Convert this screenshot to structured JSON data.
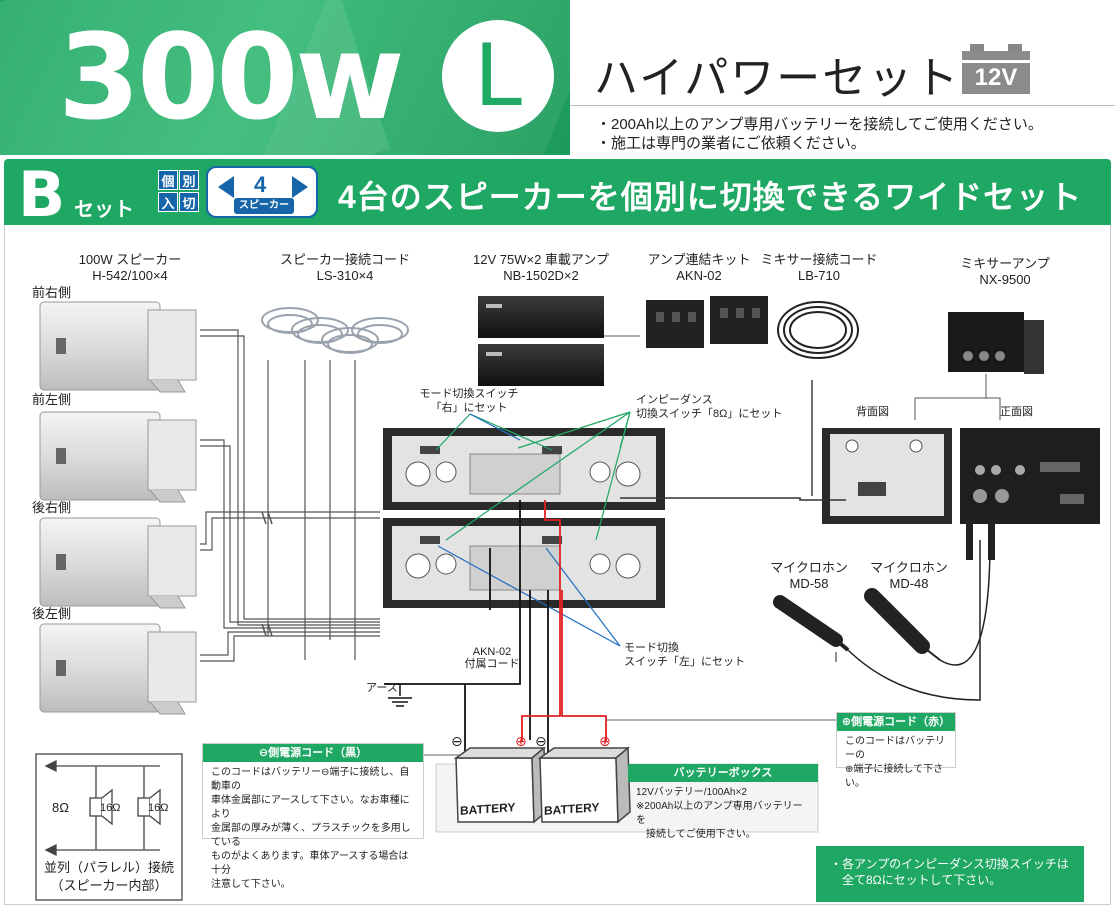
{
  "header": {
    "watt": "300w",
    "size_letter": "L",
    "title": "ハイパワーセット",
    "voltage_badge": "12V",
    "notes": [
      "・200Ah以上のアンプ専用バッテリーを接続してご使用ください。",
      "・施工は専門の業者にご依頼ください。"
    ]
  },
  "set_bar": {
    "letter": "B",
    "set_word": "セット",
    "badge_chars": [
      "個",
      "別",
      "入",
      "切"
    ],
    "speaker_badge_num": "4",
    "speaker_badge_label": "スピーカー",
    "title": "4台のスピーカーを個別に切換できるワイドセット"
  },
  "components": {
    "speaker": {
      "name": "100W スピーカー",
      "model": "H-542/100×4"
    },
    "cord": {
      "name": "スピーカー接続コード",
      "model": "LS-310×4"
    },
    "amp": {
      "name": "12V 75W×2 車載アンプ",
      "model": "NB-1502D×2"
    },
    "link_kit": {
      "name": "アンプ連結キット",
      "model": "AKN-02"
    },
    "mixer_cord": {
      "name": "ミキサー接続コード",
      "model": "LB-710"
    },
    "mixer_amp": {
      "name": "ミキサーアンプ",
      "model": "NX-9500"
    },
    "mic1": {
      "name": "マイクロホン",
      "model": "MD-58"
    },
    "mic2": {
      "name": "マイクロホン",
      "model": "MD-48"
    }
  },
  "positions": [
    "前右側",
    "前左側",
    "後右側",
    "後左側"
  ],
  "labels": {
    "rear_view": "背面図",
    "front_view": "正面図",
    "mode_right_1": "モード切換スイッチ",
    "mode_right_2": "「右」にセット",
    "impedance_1": "インピーダンス",
    "impedance_2": "切換スイッチ「8Ω」にセット",
    "mode_left_1": "モード切換",
    "mode_left_2": "スイッチ「左」にセット",
    "akn_1": "AKN-02",
    "akn_2": "付属コード",
    "earth": "アース",
    "minus_sign": "⊖",
    "plus_sign": "⊕",
    "battery_word": "BATTERY"
  },
  "neg_cord_box": {
    "title": "⊖側電源コード（黒）",
    "body": "このコードはバッテリー⊖端子に接続し、自動車の\n車体金属部にアースして下さい。なお車種により\n金属部の厚みが薄く、プラスチックを多用している\nものがよくあります。車体アースする場合は十分\n注意して下さい。"
  },
  "pos_cord_box": {
    "title": "⊕側電源コード（赤）",
    "body": "このコードはバッテリーの\n⊕端子に接続して下さい。"
  },
  "battery_box": {
    "title": "バッテリーボックス",
    "body": "12Vバッテリー/100Ah×2\n※200Ah以上のアンプ専用バッテリーを\n　接続してご使用下さい。"
  },
  "parallel": {
    "ohm": "8Ω",
    "unit": "16Ω",
    "caption1": "並列（パラレル）接続",
    "caption2": "（スピーカー内部）"
  },
  "footnote": "・各アンプのインピーダンス切換スイッチは\n　全て8Ωにセットして下さい。",
  "colors": {
    "brand_green": "#1fa764",
    "badge_blue": "#1565a8",
    "positive_red": "#e02020",
    "annotation_green": "#1fa764",
    "annotation_blue": "#1f6fc0"
  }
}
